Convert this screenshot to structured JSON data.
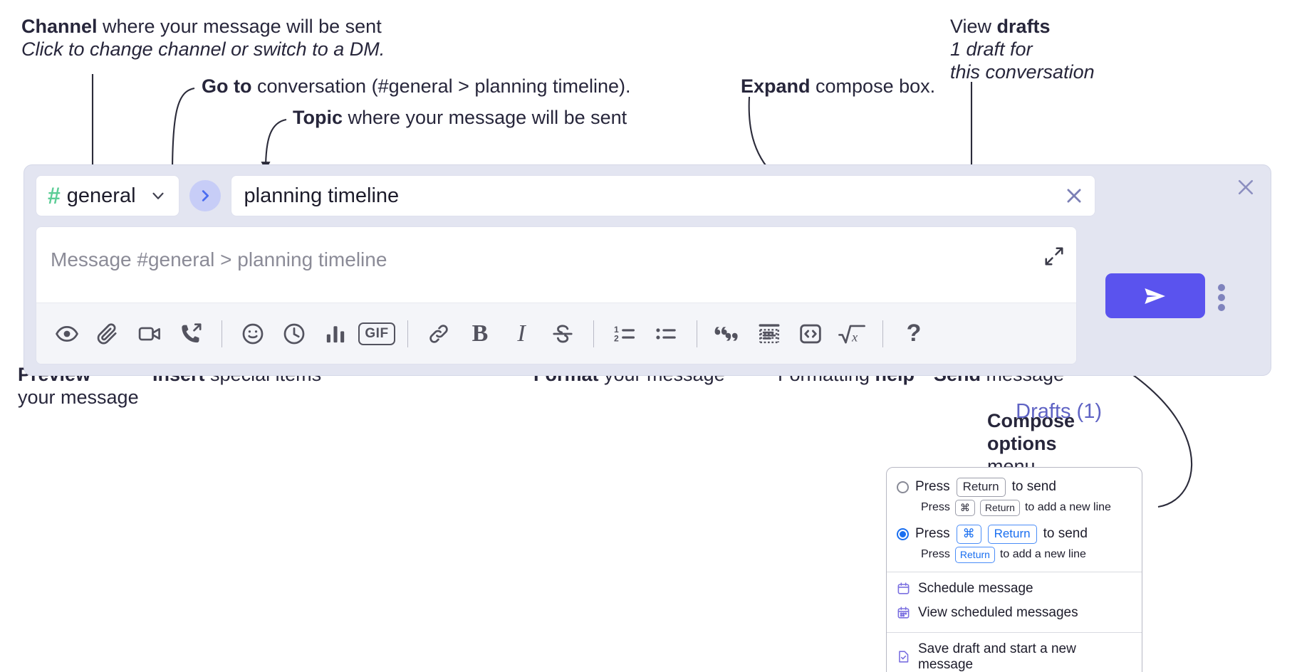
{
  "annotations": {
    "channel": {
      "bold": "Channel",
      "rest": " where your message will be sent",
      "italic": "Click to change channel or switch to a DM."
    },
    "goto": {
      "bold": "Go to",
      "rest": " conversation (#general > planning timeline)."
    },
    "topic": {
      "bold": "Topic",
      "rest": " where your message will be sent"
    },
    "expand": {
      "bold": "Expand",
      "rest": " compose box."
    },
    "drafts": {
      "bold_prefix": "View ",
      "bold": "drafts",
      "italic1": "1 draft for",
      "italic2": "this conversation"
    },
    "preview": {
      "bold": "Preview",
      "rest": "your message"
    },
    "insert": {
      "bold": "Insert",
      "rest": " special items"
    },
    "format": {
      "bold": "Format",
      "rest": " your message"
    },
    "formatting_help": {
      "plain": "Formatting ",
      "bold": "help"
    },
    "send": {
      "bold": "Send",
      "rest": " message"
    },
    "compose_options": {
      "bold1": "Compose",
      "bold2": "options",
      "rest": "menu"
    }
  },
  "compose": {
    "channel_name": "general",
    "channel_hash": "#",
    "topic_value": "planning timeline",
    "message_placeholder": "Message #general > planning timeline",
    "drafts_label": "Drafts (1)",
    "toolbar": [
      {
        "name": "preview-icon",
        "label": "Preview"
      },
      {
        "name": "attachment-icon",
        "label": "Attach file"
      },
      {
        "name": "video-icon",
        "label": "Record video"
      },
      {
        "name": "huddle-icon",
        "label": "Start call"
      },
      {
        "name": "separator",
        "label": ""
      },
      {
        "name": "emoji-icon",
        "label": "Emoji"
      },
      {
        "name": "clock-icon",
        "label": "Reminder"
      },
      {
        "name": "chart-icon",
        "label": "Poll"
      },
      {
        "name": "gif-icon",
        "label": "GIF"
      },
      {
        "name": "separator",
        "label": ""
      },
      {
        "name": "link-icon",
        "label": "Link"
      },
      {
        "name": "bold-icon",
        "label": "B"
      },
      {
        "name": "italic-icon",
        "label": "I"
      },
      {
        "name": "strikethrough-icon",
        "label": "Strikethrough"
      },
      {
        "name": "separator",
        "label": ""
      },
      {
        "name": "ordered-list-icon",
        "label": "Ordered list"
      },
      {
        "name": "bulleted-list-icon",
        "label": "Bulleted list"
      },
      {
        "name": "separator",
        "label": ""
      },
      {
        "name": "blockquote-icon",
        "label": "Blockquote"
      },
      {
        "name": "code-block-icon",
        "label": "Code block"
      },
      {
        "name": "inline-code-icon",
        "label": "Code"
      },
      {
        "name": "math-icon",
        "label": "Math"
      },
      {
        "name": "separator",
        "label": ""
      },
      {
        "name": "help-icon",
        "label": "?"
      }
    ],
    "gif_label": "GIF",
    "bold_glyph": "B",
    "italic_glyph": "I",
    "help_glyph": "?"
  },
  "options_menu": {
    "option1": {
      "press": "Press",
      "key": "Return",
      "to_send": "to send",
      "sub_press": "Press",
      "sub_key1": "⌘",
      "sub_key2": "Return",
      "sub_rest": "to add a new line",
      "selected": false
    },
    "option2": {
      "press": "Press",
      "key1": "⌘",
      "key2": "Return",
      "to_send": "to send",
      "sub_press": "Press",
      "sub_key": "Return",
      "sub_rest": "to add a new line",
      "selected": true
    },
    "items": [
      {
        "icon": "calendar-icon",
        "label": "Schedule message"
      },
      {
        "icon": "calendar-grid-icon",
        "label": "View scheduled messages"
      },
      {
        "icon": "document-check-icon",
        "label": "Save draft and start a new message"
      }
    ]
  },
  "colors": {
    "panel_bg": "#e3e5f1",
    "send_button": "#5a53ee",
    "hash_green": "#5ccd96",
    "goto_circle": "#c7cdf7",
    "goto_chevron": "#4a6cf0",
    "drafts_text": "#5f63c4",
    "radio_blue": "#1a6ff0",
    "menu_icon_purple": "#7a6fe0",
    "annotation_text": "#27263b"
  }
}
